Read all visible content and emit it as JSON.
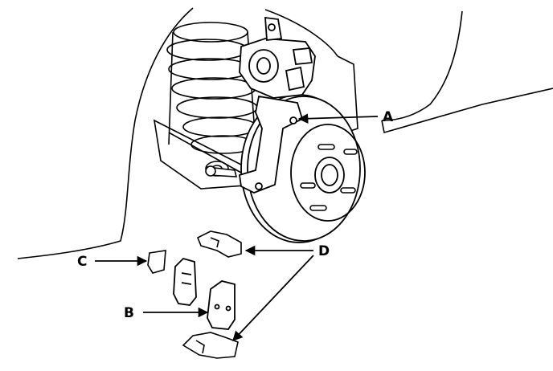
{
  "diagram": {
    "labels": {
      "a": "A",
      "b": "B",
      "c": "C",
      "d": "D"
    },
    "colors": {
      "line": "#000000",
      "background": "#ffffff"
    }
  }
}
